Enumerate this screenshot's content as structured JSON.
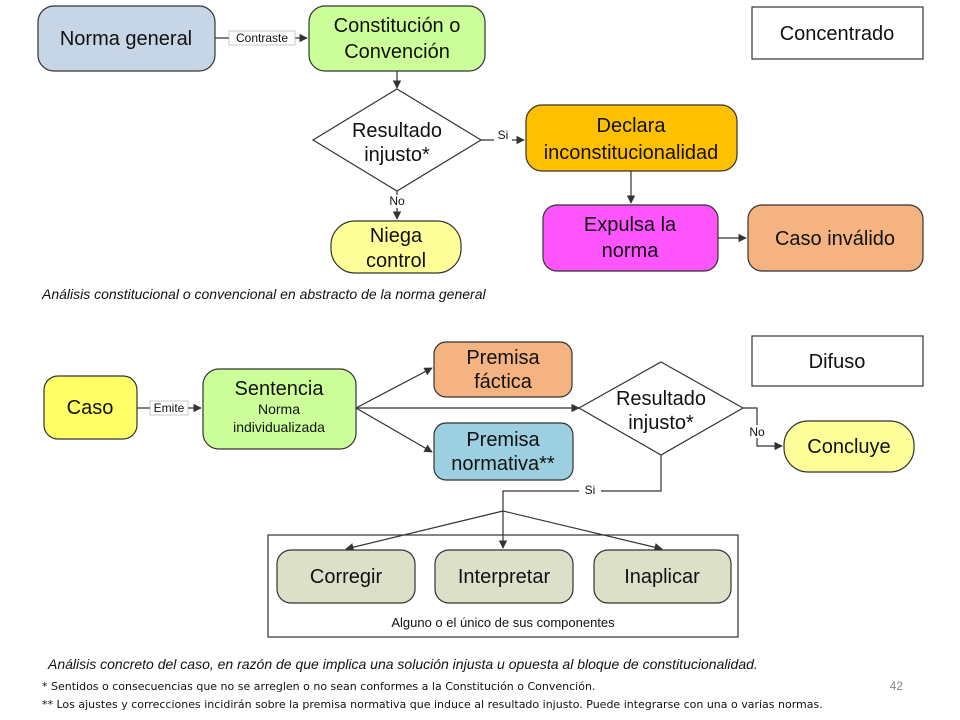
{
  "colors": {
    "gray_blue": "#c7d6e6",
    "green": "#ccff99",
    "orange": "#ffc000",
    "yellow": "#ffff99",
    "magenta": "#ff55ff",
    "salmon": "#f5b382",
    "light_yellow": "#ffff66",
    "teal": "#9ccfe0",
    "sage": "#dde0c9",
    "stroke": "#333333"
  },
  "concentrado": {
    "title": "Concentrado",
    "norma_general": "Norma general",
    "constitucion": [
      "Constitución o",
      "Convención"
    ],
    "edge_contraste": "Contraste",
    "resultado": [
      "Resultado",
      "injusto*"
    ],
    "edge_si": "Si",
    "edge_no": "No",
    "declara": [
      "Declara",
      "inconstitucionalidad"
    ],
    "niega": [
      "Niega",
      "control"
    ],
    "expulsa": [
      "Expulsa la",
      "norma"
    ],
    "caso_invalido": "Caso inválido",
    "caption": "Análisis constitucional o convencional en abstracto de la norma general"
  },
  "difuso": {
    "title": "Difuso",
    "caso": "Caso",
    "edge_emite": "Emite",
    "sentencia": "Sentencia",
    "sentencia_sub": [
      "Norma",
      "individualizada"
    ],
    "premisa_factica": [
      "Premisa",
      "fáctica"
    ],
    "premisa_normativa": [
      "Premisa",
      "normativa**"
    ],
    "resultado": [
      "Resultado",
      "injusto*"
    ],
    "edge_no": "No",
    "edge_si": "Si",
    "concluye": "Concluye",
    "corregir": "Corregir",
    "interpretar": "Interpretar",
    "inaplicar": "Inaplicar",
    "group_label": "Alguno o el único de sus componentes",
    "caption": "Análisis concreto del caso, en razón de que implica una solución injusta u opuesta al bloque de constitucionalidad."
  },
  "footnotes": {
    "one": "* Sentidos o consecuencias que no se arreglen o no sean conformes a la Constitución o Convención.",
    "two": "** Los ajustes y correcciones incidirán sobre la premisa normativa que induce al resultado injusto. Puede integrarse con una o varias normas."
  },
  "page_number": "42"
}
